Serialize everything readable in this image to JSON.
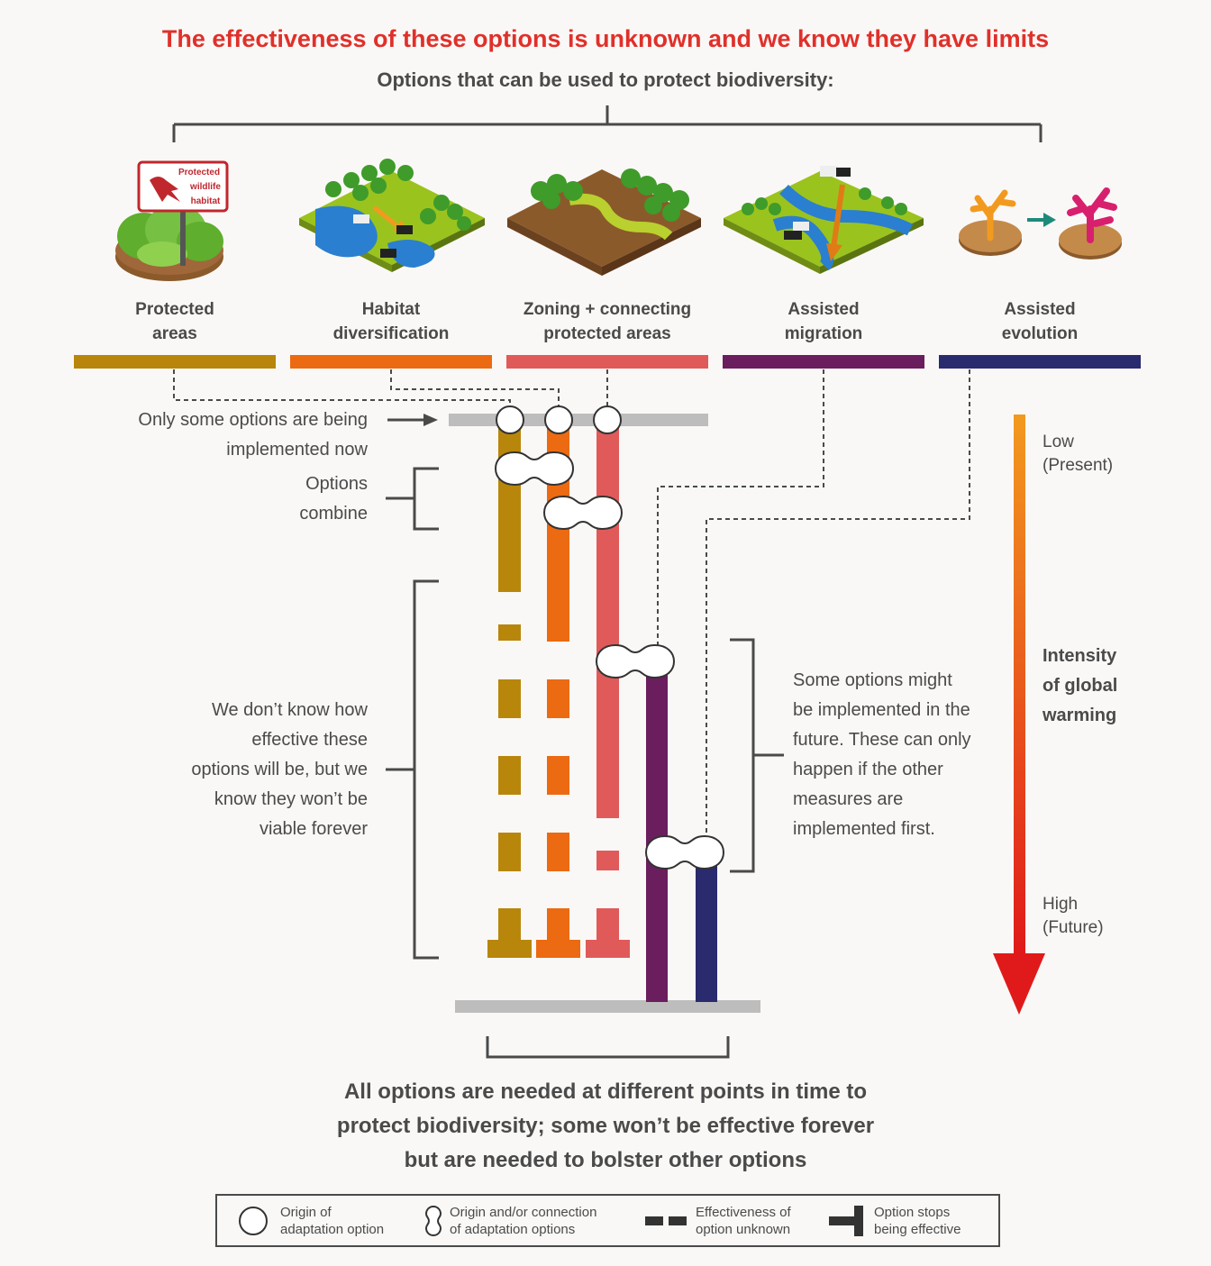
{
  "title": "The effectiveness of these options is unknown and we know they have limits",
  "subtitle": "Options that can be used to protect biodiversity:",
  "colors": {
    "title_red": "#e0302a",
    "protected_areas": "#b8860b",
    "habitat_diversification": "#ec6a12",
    "zoning_connecting": "#e05a5a",
    "assisted_migration": "#6a1e5e",
    "assisted_evolution": "#2a2a6e",
    "timeline_grey": "#bdbdbd"
  },
  "sign": {
    "line1": "Protected",
    "line2": "wildlife",
    "line3": "habitat"
  },
  "options": [
    {
      "line1": "Protected",
      "line2": "areas",
      "icon": "protected-area-icon"
    },
    {
      "line1": "Habitat",
      "line2": "diversification",
      "icon": "habitat-landscape-icon"
    },
    {
      "line1": "Zoning + connecting",
      "line2": "protected areas",
      "icon": "corridor-landscape-icon"
    },
    {
      "line1": "Assisted",
      "line2": "migration",
      "icon": "migration-landscape-icon"
    },
    {
      "line1": "Assisted",
      "line2": "evolution",
      "icon": "coral-evolution-icon"
    }
  ],
  "annotations": {
    "implemented_now": [
      "Only some options are being",
      "implemented now"
    ],
    "combine": [
      "Options",
      "combine"
    ],
    "unknown_effectiveness": [
      "We don’t know how",
      "effective these",
      "options will be, but we",
      "know they won’t be",
      "viable forever"
    ],
    "future": [
      "Some options might",
      "be implemented in the",
      "future. These can only",
      "happen if the other",
      "measures are",
      "implemented first."
    ]
  },
  "intensity": {
    "low": [
      "Low",
      "(Present)"
    ],
    "label": [
      "Intensity",
      "of global",
      "warming"
    ],
    "high": [
      "High",
      "(Future)"
    ]
  },
  "conclusion": [
    "All options are needed at different points in time to",
    "protect biodiversity; some won’t be effective forever",
    "but are needed to bolster other options"
  ],
  "legend": [
    {
      "line1": "Origin of",
      "line2": "adaptation option",
      "icon": "origin-circle-icon"
    },
    {
      "line1": "Origin and/or connection",
      "line2": "of adaptation options",
      "icon": "connection-peanut-icon"
    },
    {
      "line1": "Effectiveness of",
      "line2": "option unknown",
      "icon": "dashed-line-icon"
    },
    {
      "line1": "Option stops",
      "line2": "being effective",
      "icon": "end-cap-icon"
    }
  ]
}
